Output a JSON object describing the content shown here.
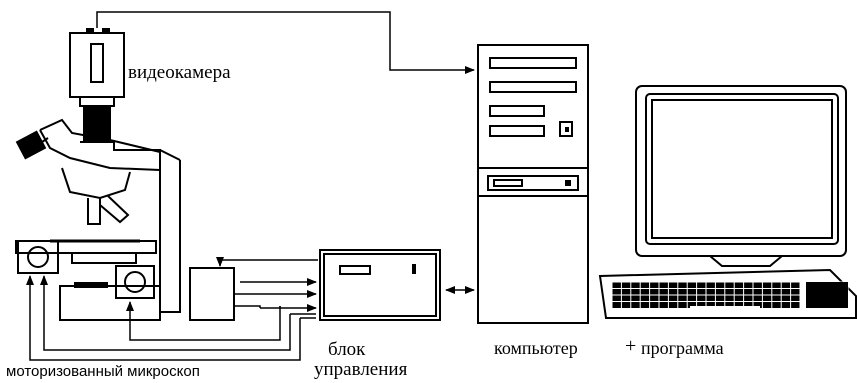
{
  "labels": {
    "camera": "видеокамера",
    "microscope": "моторизованный микроскоп",
    "control_unit_line1": "блок",
    "control_unit_line2": "управления",
    "computer": "компьютер",
    "plus": "+",
    "program": "программа"
  },
  "icons": {
    "camera": "video-camera-icon",
    "microscope": "microscope-icon",
    "control_unit": "control-unit-icon",
    "computer": "computer-tower-icon",
    "monitor": "monitor-icon",
    "keyboard": "keyboard-icon"
  },
  "colors": {
    "line": "#000000",
    "fill": "#000000",
    "background": "#ffffff"
  }
}
